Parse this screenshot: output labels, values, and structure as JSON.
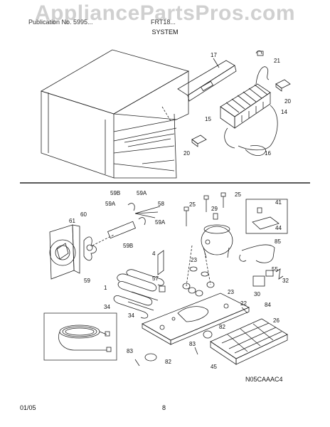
{
  "watermark": "AppliancePartsPros.com",
  "header": {
    "left_text": "Publication No. 5995...",
    "right_text": "FRT18...",
    "section": "SYSTEM"
  },
  "callouts_top": [
    "17",
    "21",
    "20",
    "15",
    "14",
    "20",
    "16"
  ],
  "callouts_bottom": [
    "59B",
    "59A",
    "58",
    "59A",
    "60",
    "61",
    "59A",
    "59B",
    "59",
    "25",
    "25",
    "29",
    "41",
    "44",
    "4",
    "23",
    "85",
    "23",
    "57",
    "1",
    "34",
    "34",
    "22",
    "84",
    "26",
    "82",
    "30",
    "32",
    "55",
    "83",
    "82",
    "83",
    "45"
  ],
  "diagram_code": "N05CAAAC4",
  "footer": {
    "date": "01/05",
    "page": "8"
  }
}
